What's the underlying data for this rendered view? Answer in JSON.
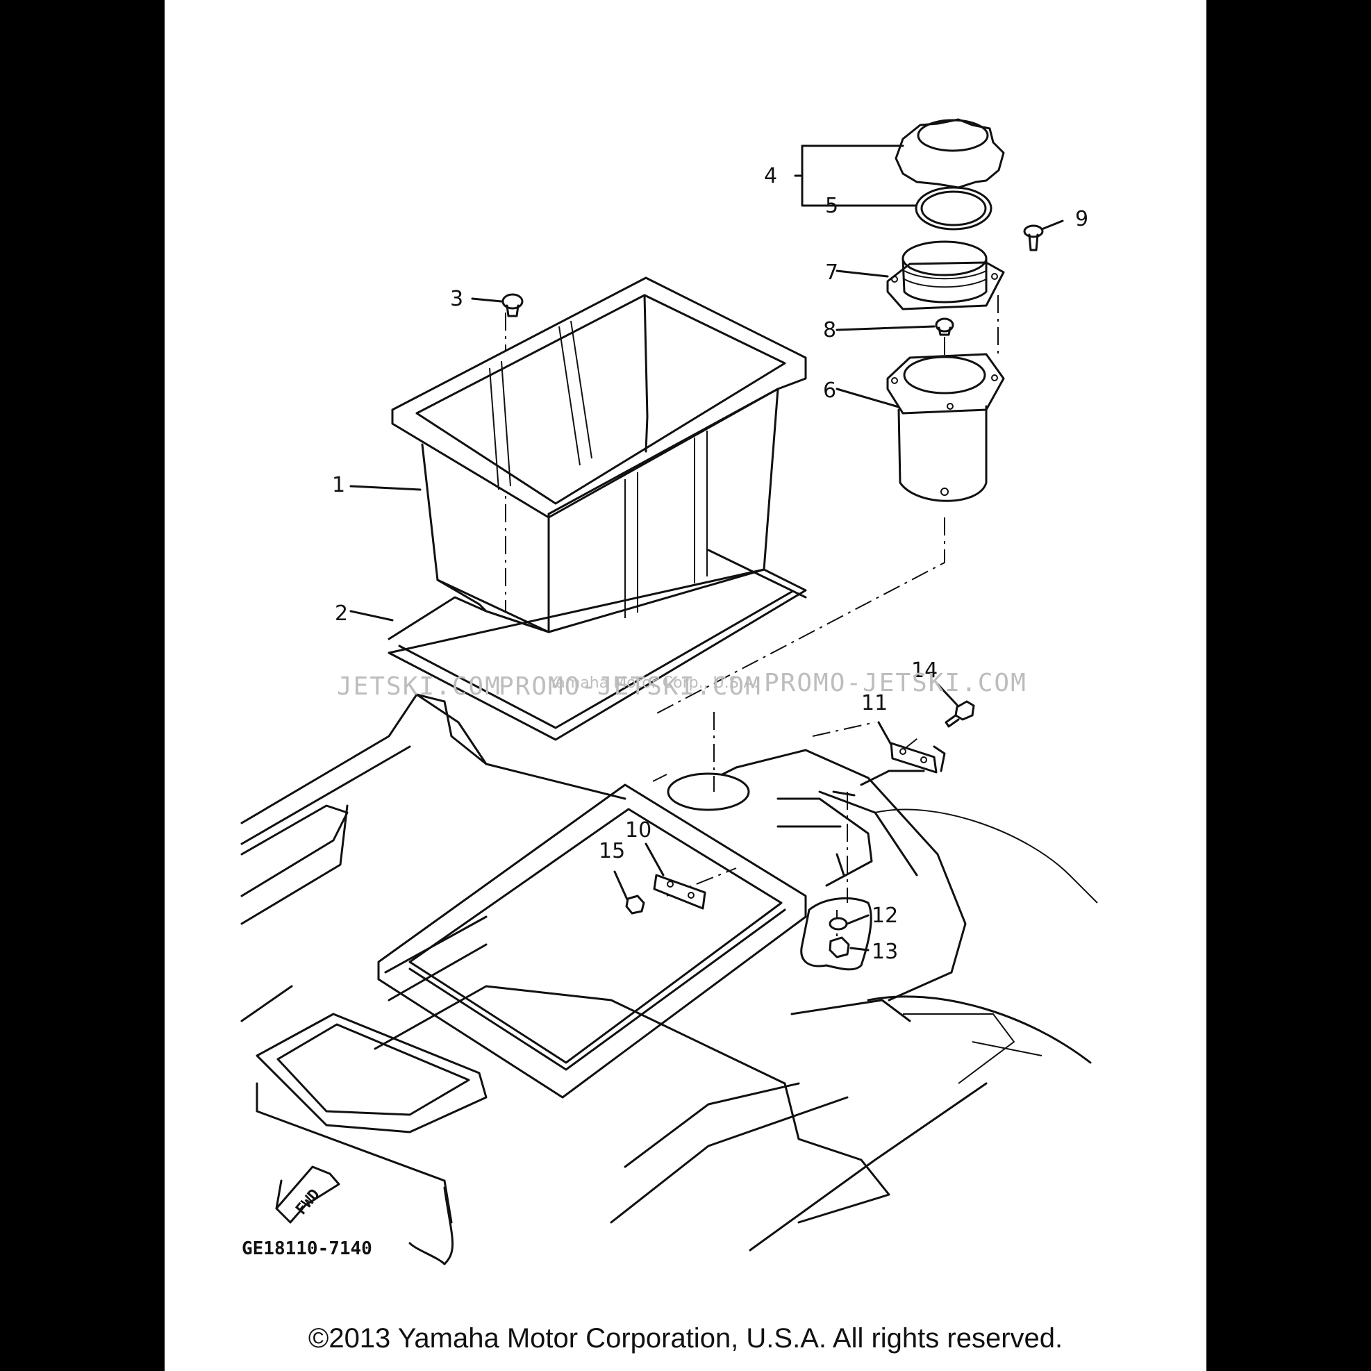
{
  "callouts": [
    "1",
    "2",
    "3",
    "4",
    "5",
    "6",
    "7",
    "8",
    "9",
    "10",
    "11",
    "12",
    "13",
    "14",
    "15"
  ],
  "drawing_code": "GE18110-7140",
  "direction_marker": "FWD",
  "watermark": {
    "left": "JETSKI.COM",
    "middle": "PROMO-JETSKI.COM",
    "right": "PROMO-JETSKI.COM",
    "overlay": "Yamaha Motor Corp., U.S.A."
  },
  "copyright": "©2013 Yamaha Motor Corporation, U.S.A. All rights reserved."
}
